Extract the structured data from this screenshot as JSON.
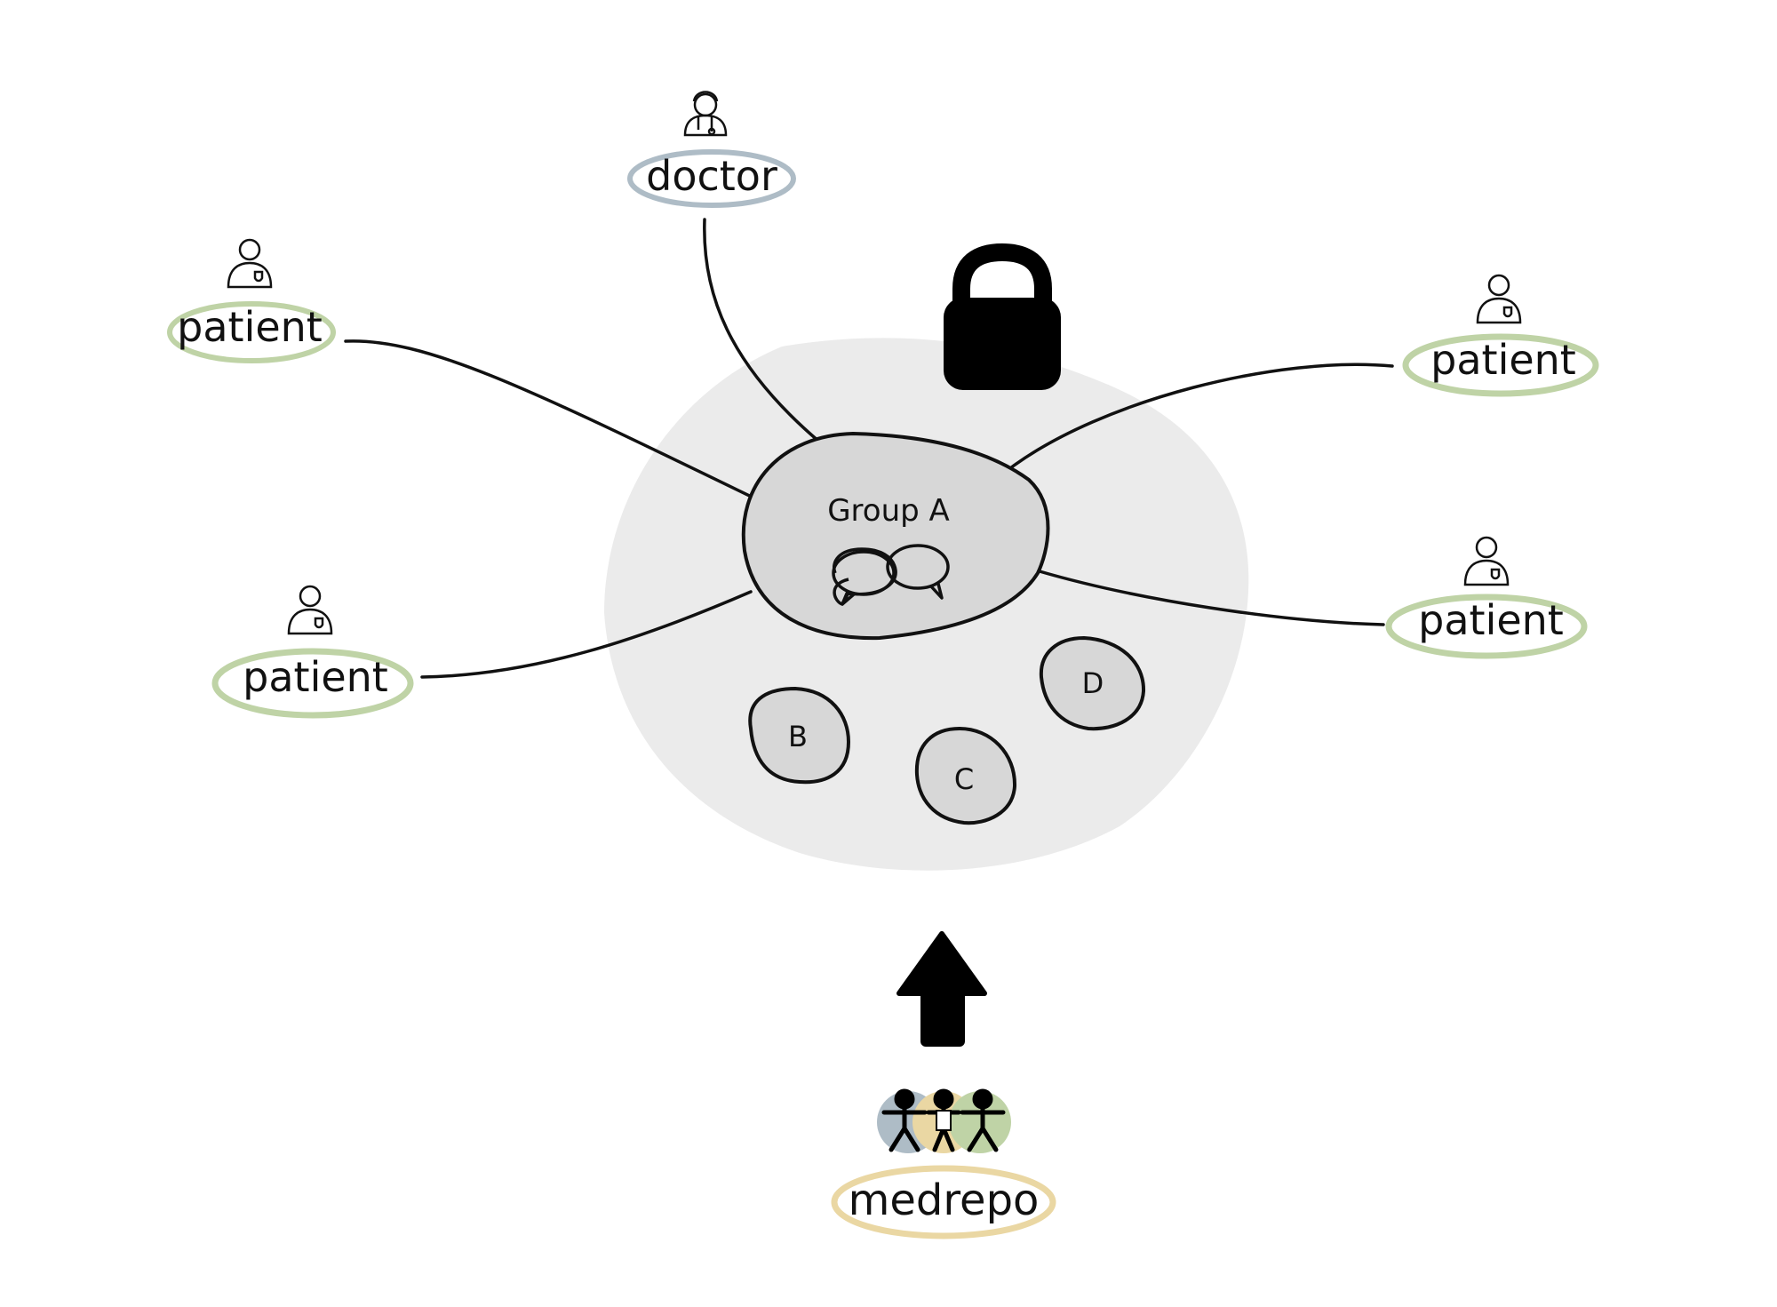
{
  "colors": {
    "background": "#ffffff",
    "cloud": "#ebebeb",
    "group_fill": "#d7d7d7",
    "outline": "#111111",
    "doctor_ring": "#aebcc6",
    "patient_ring": "#bfd3a6",
    "medrepo_ring": "#ead7a3"
  },
  "nodes": {
    "doctor": {
      "label": "doctor",
      "icon": "doctor-icon"
    },
    "patients": [
      {
        "label": "patient",
        "icon": "patient-icon"
      },
      {
        "label": "patient",
        "icon": "patient-icon"
      },
      {
        "label": "patient",
        "icon": "patient-icon"
      },
      {
        "label": "patient",
        "icon": "patient-icon"
      }
    ],
    "medrepo": {
      "label": "medrepo",
      "icon": "people-group-icon"
    }
  },
  "groups": [
    {
      "label": "Group A",
      "icon": "chat-bubbles-icon"
    },
    {
      "label": "B"
    },
    {
      "label": "C"
    },
    {
      "label": "D"
    }
  ],
  "icons": {
    "lock": "lock-icon",
    "arrow": "arrow-up-icon"
  }
}
